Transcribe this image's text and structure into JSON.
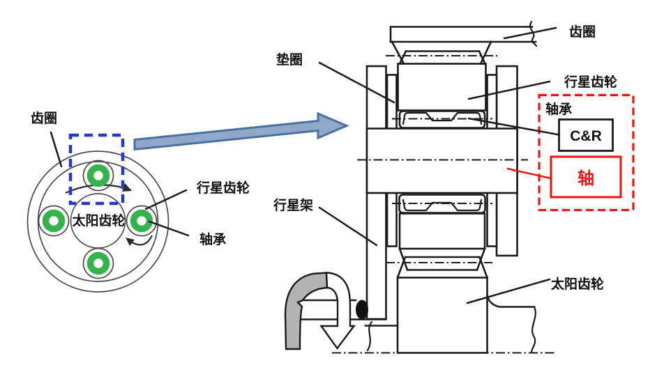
{
  "diagram": {
    "type": "planetary-gearbox cross-section with front view",
    "front_view_labels": {
      "ring_gear": "齿圈",
      "planet_gear": "行星齿轮",
      "sun_gear": "太阳齿轮",
      "bearing": "轴承"
    },
    "section_view_labels": {
      "washer": "垫圈",
      "ring_gear": "齿圈",
      "planet_gear": "行星齿轮",
      "bearing": "轴承",
      "bearing_box": "C&R",
      "shaft": "轴",
      "carrier": "行星架",
      "sun_gear": "太阳齿轮"
    },
    "colors": {
      "bearing_green": "#33b34a",
      "zoom_box_blue": "#2438cc",
      "arrow_fill": "#8fa8c8",
      "arrow_border": "#4a6fa3",
      "highlight_red": "#ee1111",
      "ink": "#1a1a1a",
      "rotation_arrow_gray": "#b3b3b3"
    }
  }
}
